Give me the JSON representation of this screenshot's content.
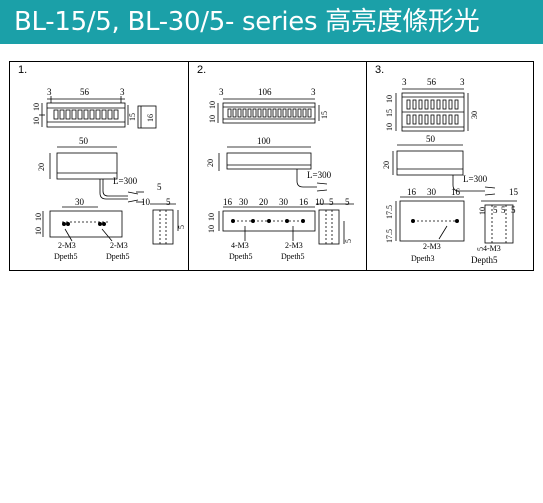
{
  "title": "BL-15/5, BL-30/5- series 高亮度條形光",
  "colors": {
    "banner": "#1ba0a8",
    "line": "#000000"
  },
  "panels": [
    {
      "number": "1.",
      "top_view": {
        "dims": [
          "3",
          "56",
          "3"
        ],
        "left_dims": [
          "10",
          "10"
        ],
        "right_dims": [
          "15",
          "16"
        ]
      },
      "side_view": {
        "width": "50",
        "height": "20",
        "cable": "L=300"
      },
      "end_view": {
        "dims": [
          "5",
          "10",
          "5",
          "5"
        ]
      },
      "bottom_view": {
        "width": "30",
        "height_dims": [
          "10",
          "10"
        ],
        "holes": [
          "2-M3",
          "2-M3"
        ],
        "depths": [
          "Dpeth5",
          "Dpeth5"
        ]
      }
    },
    {
      "number": "2.",
      "top_view": {
        "dims": [
          "3",
          "106",
          "3"
        ],
        "left_dims": [
          "10",
          "10"
        ],
        "right_dims": [
          "15"
        ]
      },
      "side_view": {
        "width": "100",
        "height": "20",
        "cable": "L=300"
      },
      "end_view": {
        "dims": [
          "10",
          "5",
          "5",
          "5"
        ]
      },
      "bottom_view": {
        "spacing": [
          "16",
          "30",
          "20",
          "30",
          "16"
        ],
        "height_dims": [
          "10",
          "10"
        ],
        "holes": [
          "4-M3",
          "2-M3"
        ],
        "depths": [
          "Dpeth5",
          "Dpeth5"
        ]
      }
    },
    {
      "number": "3.",
      "top_view": {
        "dims": [
          "3",
          "56",
          "3"
        ],
        "left_dims": [
          "10",
          "15",
          "10"
        ],
        "right_dims": [
          "30"
        ]
      },
      "side_view": {
        "width": "50",
        "height": "20",
        "cable": "L=300"
      },
      "end_view": {
        "dims": [
          "15",
          "10",
          "5",
          "5",
          "5",
          "5"
        ]
      },
      "bottom_view": {
        "spacing": [
          "16",
          "30",
          "16"
        ],
        "height_dims": [
          "17.5",
          "17.5"
        ],
        "holes": [
          "2-M3",
          "4-M3"
        ],
        "depths": [
          "Dpeth3",
          "Depth5"
        ]
      }
    }
  ]
}
